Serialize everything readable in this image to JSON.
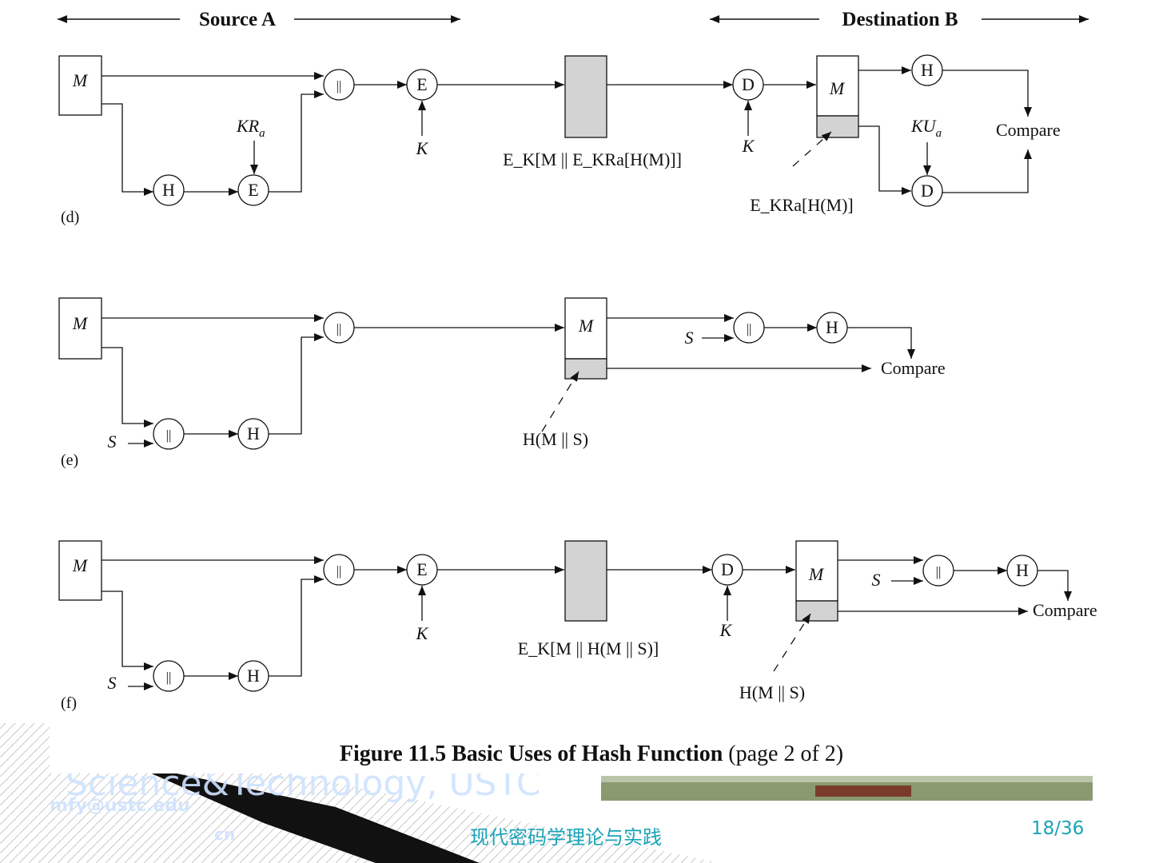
{
  "header": {
    "source": "Source A",
    "destination": "Destination B"
  },
  "labels": {
    "M": "M",
    "H": "H",
    "E": "E",
    "D": "D",
    "concat": "||",
    "K": "K",
    "S": "S",
    "KR": "KR",
    "KU": "KU",
    "sub_a": "a",
    "compare": "Compare"
  },
  "panels": {
    "d": {
      "tag": "(d)",
      "transmitted_label": "E_K[M || E_KRa[H(M)]]",
      "dest_label": "E_KRa[H(M)]"
    },
    "e": {
      "tag": "(e)",
      "dest_label": "H(M || S)"
    },
    "f": {
      "tag": "(f)",
      "transmitted_label": "E_K[M || H(M || S)]",
      "dest_label": "H(M || S)"
    }
  },
  "caption": {
    "bold": "Figure 11.5 Basic Uses of Hash Function",
    "normal": "(page 2 of 2)"
  },
  "footer": {
    "course": "现代密码学理论与实践",
    "page": "18/36"
  },
  "watermark": {
    "line1": "Science&Technology, USTC",
    "line2": "mfy@ustc.edu",
    "line3": "cn"
  },
  "colors": {
    "accent": "#1aa3b8",
    "shade": "#d3d3d3",
    "ink": "#111111"
  }
}
